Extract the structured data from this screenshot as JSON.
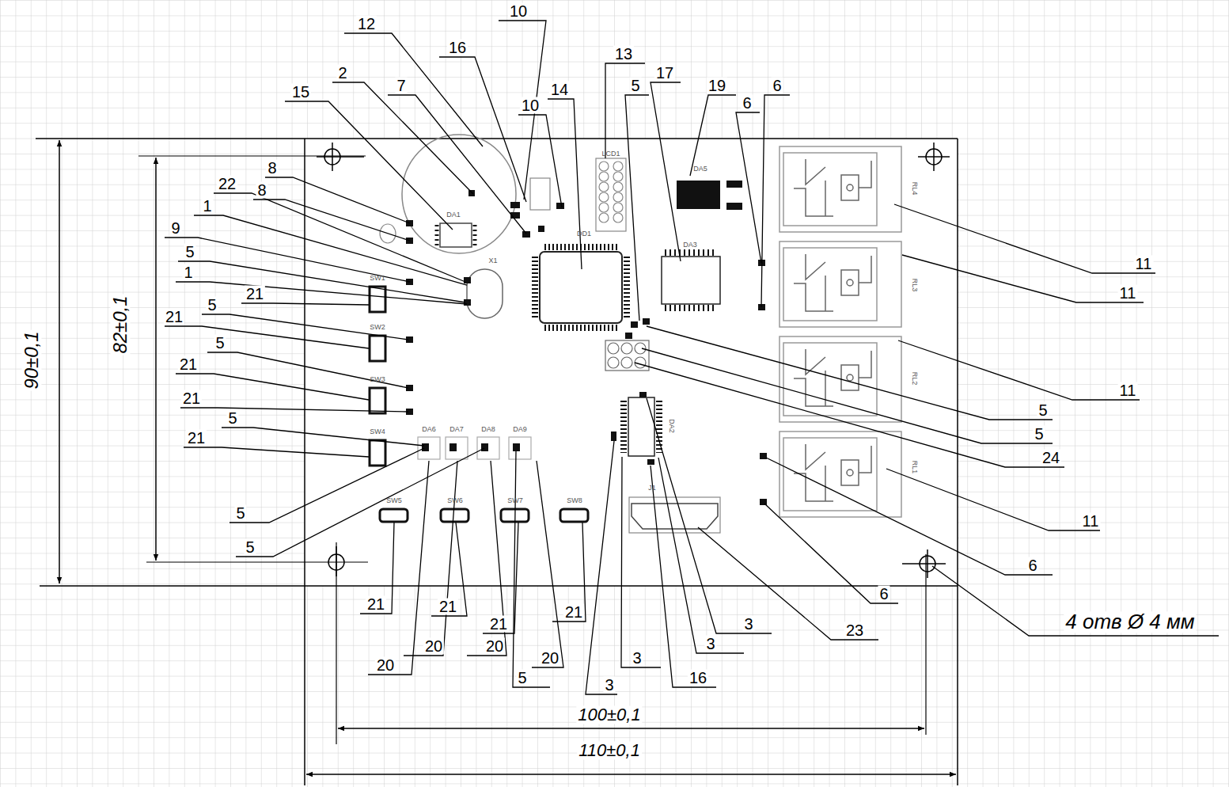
{
  "diagram": {
    "labels": [
      "12",
      "10",
      "16",
      "13",
      "2",
      "7",
      "10",
      "14",
      "5",
      "17",
      "19",
      "6",
      "6",
      "15",
      "8",
      "22",
      "8",
      "1",
      "9",
      "5",
      "1",
      "21",
      "5",
      "21",
      "5",
      "21",
      "21",
      "5",
      "21",
      "5",
      "5",
      "21",
      "20",
      "21",
      "20",
      "21",
      "20",
      "5",
      "20",
      "21",
      "3",
      "3",
      "16",
      "3",
      "3",
      "23",
      "6",
      "6",
      "4 отв Ø 4 мм",
      "11",
      "11",
      "11",
      "5",
      "5",
      "24",
      "11",
      "90±0,1",
      "82±0,1",
      "100±0,1",
      "110±0,1",
      "LCD1",
      "DA5",
      "DA1",
      "DD1",
      "X1",
      "DA3",
      "RL4",
      "RL3",
      "RL2",
      "RL1",
      "SW1",
      "SW2",
      "SW3",
      "SW4",
      "SW5",
      "SW6",
      "SW7",
      "SW8",
      "DA6",
      "DA7",
      "DA8",
      "DA9",
      "DA2",
      "J1"
    ]
  }
}
